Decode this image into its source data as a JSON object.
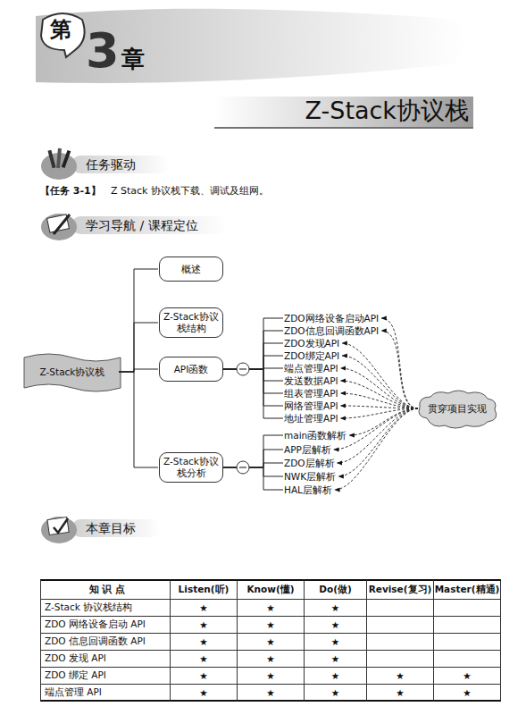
{
  "diagram": {
    "title": "Z-Stack协议栈",
    "nodes": [
      {
        "text": [
          "Z-Stack协议栈"
        ]
      },
      {
        "text": [
          "概述"
        ]
      },
      {
        "text": [
          "Z-Stack协议栈结构"
        ]
      },
      {
        "text": [
          "API函数"
        ]
      },
      {
        "text": [
          "Z-Stack协议栈分析"
        ]
      },
      {
        "text": [
          "ZDO网络设备启动API"
        ]
      },
      {
        "text": [
          "ZDO信息回调函数API"
        ]
      },
      {
        "text": [
          "ZDO发现API"
        ]
      },
      {
        "text": [
          "ZDO绑定API"
        ]
      },
      {
        "text": [
          "端点管理API"
        ]
      },
      {
        "text": [
          "发送数据API"
        ]
      },
      {
        "text": [
          "组表管理API"
        ]
      },
      {
        "text": [
          "网络管理API"
        ]
      },
      {
        "text": [
          "地址管理API"
        ]
      },
      {
        "text": [
          "main函数解析"
        ]
      },
      {
        "text": [
          "APP层解析"
        ]
      },
      {
        "text": [
          "ZDO层解析"
        ]
      },
      {
        "text": [
          "NWK层解析"
        ]
      },
      {
        "text": [
          "HAL层解析"
        ]
      },
      {
        "text": [
          "贯穿项目实现"
        ]
      }
    ],
    "edges": [
      {
        "from": 0,
        "to": 1,
        "arrow": "none"
      },
      {
        "from": 0,
        "to": 2,
        "arrow": "none"
      },
      {
        "from": 0,
        "to": 3,
        "arrow": "none"
      },
      {
        "from": 0,
        "to": 4,
        "arrow": "none"
      },
      {
        "from": 3,
        "to": 5,
        "arrow": "none"
      },
      {
        "from": 3,
        "to": 6,
        "arrow": "none"
      },
      {
        "from": 3,
        "to": 7,
        "arrow": "none"
      },
      {
        "from": 3,
        "to": 8,
        "arrow": "none"
      },
      {
        "from": 3,
        "to": 9,
        "arrow": "none"
      },
      {
        "from": 3,
        "to": 10,
        "arrow": "none"
      },
      {
        "from": 3,
        "to": 11,
        "arrow": "none"
      },
      {
        "from": 3,
        "to": 12,
        "arrow": "none"
      },
      {
        "from": 3,
        "to": 13,
        "arrow": "none"
      },
      {
        "from": 4,
        "to": 14,
        "arrow": "none"
      },
      {
        "from": 4,
        "to": 15,
        "arrow": "none"
      },
      {
        "from": 4,
        "to": 16,
        "arrow": "none"
      },
      {
        "from": 4,
        "to": 17,
        "arrow": "none"
      },
      {
        "from": 4,
        "to": 18,
        "arrow": "none"
      },
      {
        "from": 19,
        "to": 5,
        "arrow": "to"
      },
      {
        "from": 19,
        "to": 6,
        "arrow": "to"
      },
      {
        "from": 19,
        "to": 7,
        "arrow": "to"
      },
      {
        "from": 19,
        "to": 8,
        "arrow": "to"
      },
      {
        "from": 19,
        "to": 9,
        "arrow": "to"
      },
      {
        "from": 19,
        "to": 10,
        "arrow": "to"
      },
      {
        "from": 19,
        "to": 11,
        "arrow": "to"
      },
      {
        "from": 19,
        "to": 12,
        "arrow": "to"
      },
      {
        "from": 19,
        "to": 13,
        "arrow": "to"
      },
      {
        "from": 19,
        "to": 14,
        "arrow": "to"
      },
      {
        "from": 19,
        "to": 15,
        "arrow": "to"
      },
      {
        "from": 19,
        "to": 16,
        "arrow": "to"
      },
      {
        "from": 19,
        "to": 17,
        "arrow": "to"
      },
      {
        "from": 19,
        "to": 18,
        "arrow": "to"
      }
    ],
    "labels": [
      "第",
      "3",
      "章",
      "任务驱动",
      "【任务 3-1】",
      "Z Stack 协议栈下载、调试及组网。",
      "学习导航 / 课程定位",
      "本章目标",
      "知 识 点",
      "Listen(听)",
      "Know(懂)",
      "Do(做)",
      "Revise(复习)",
      "Master(精通)",
      "Z-Stack 协议栈结构",
      "★",
      "★",
      "★",
      "ZDO 网络设备启动 API",
      "★",
      "★",
      "★",
      "ZDO 信息回调函数 API",
      "★",
      "★",
      "★",
      "ZDO 发现 API",
      "★",
      "★",
      "★",
      "ZDO 绑定 API",
      "★",
      "★",
      "★",
      "★",
      "★",
      "端点管理 API",
      "★",
      "★",
      "★",
      "★",
      "★"
    ]
  }
}
